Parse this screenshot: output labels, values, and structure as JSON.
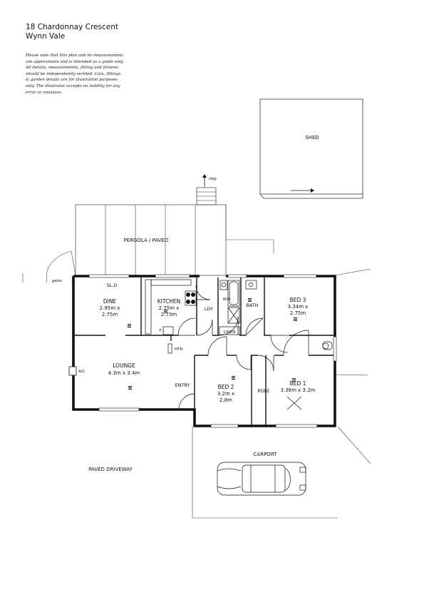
{
  "address": {
    "line1": "18 Chardonnay Crescent",
    "line2": "Wynn Vale"
  },
  "disclaimer": "Please note that this plan and its measurements are approximate and is intended as a guide only. All details, measurements, fitting and fixtures should be independently verified. Cars, fittings & garden details are for illustration purposes only. The illustrator accepts no liability for any error or omission.",
  "labels": {
    "shed": "SHED",
    "step": "step",
    "pergola": "PERGOLA / PAVED",
    "gates": "gates",
    "sld": "SL.D",
    "ac": "A/C",
    "wm": "W/M",
    "linen": "LINEN",
    "htr": "HTR.",
    "fr": "F r",
    "entry": "ENTRY",
    "robe": "ROBE",
    "carport": "CARPORT",
    "driveway": "PAVED DRIVEWAY"
  },
  "rooms": {
    "dine": {
      "name": "DINE",
      "dim1": "2.95m x",
      "dim2": "2.75m"
    },
    "kitchen": {
      "name": "KITCHEN",
      "dim1": "2.75m x",
      "dim2": "2.73m"
    },
    "ldy": {
      "name": "LDY"
    },
    "bath": {
      "name": "BATH"
    },
    "bed3": {
      "name": "BED 3",
      "dim1": "3.34m x",
      "dim2": "2.75m"
    },
    "lounge": {
      "name": "LOUNGE",
      "dim1": "4.3m x 3.4m"
    },
    "bed2": {
      "name": "BED 2",
      "dim1": "3.2m x",
      "dim2": "2.8m"
    },
    "bed1": {
      "name": "BED 1",
      "dim1": "3.38m x 3.2m"
    }
  }
}
